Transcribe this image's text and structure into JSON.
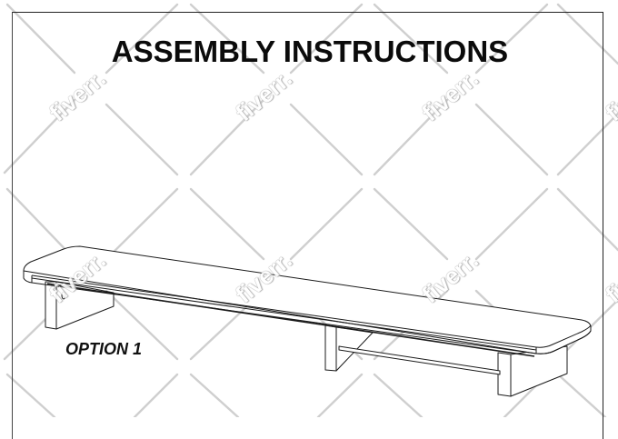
{
  "document": {
    "title": "ASSEMBLY INSTRUCTIONS",
    "caption": "OPTION 1"
  },
  "figure": {
    "subject": "shelf-assembly-drawing",
    "parts": [
      "shelf-top",
      "left-support",
      "middle-support",
      "right-support",
      "stretcher-rail"
    ]
  },
  "watermark": {
    "text": "fiverr.",
    "color": "#c8c8c8"
  },
  "colors": {
    "line": "#1a1a1a",
    "border": "#222222",
    "background": "#ffffff"
  }
}
